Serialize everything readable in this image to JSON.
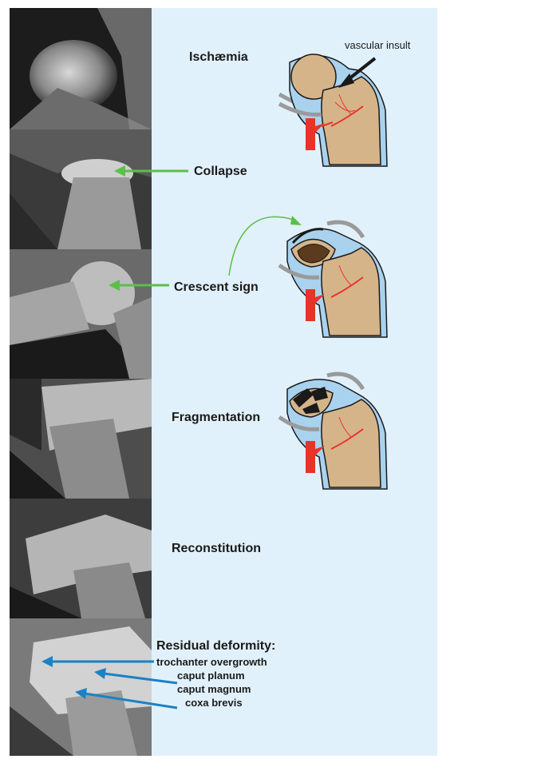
{
  "stages": [
    {
      "id": "ischaemia",
      "label": "Ischæmia"
    },
    {
      "id": "collapse",
      "label": "Collapse"
    },
    {
      "id": "crescent",
      "label": "Crescent sign"
    },
    {
      "id": "fragmentation",
      "label": "Fragmentation"
    },
    {
      "id": "reconstitution",
      "label": "Reconstitution"
    }
  ],
  "callout": "vascular insult",
  "residual": {
    "title": "Residual deformity:",
    "items": [
      "trochanter overgrowth",
      "caput planum",
      "caput magnum",
      "coxa brevis"
    ]
  },
  "colors": {
    "panel_background": "#e1f1fb",
    "green_arrow": "#5cbf4a",
    "blue_arrow": "#1b82c4",
    "bone_fill": "#d6b48a",
    "vessel_red": "#e8332a",
    "capsule_blue": "#a9d2ee"
  }
}
